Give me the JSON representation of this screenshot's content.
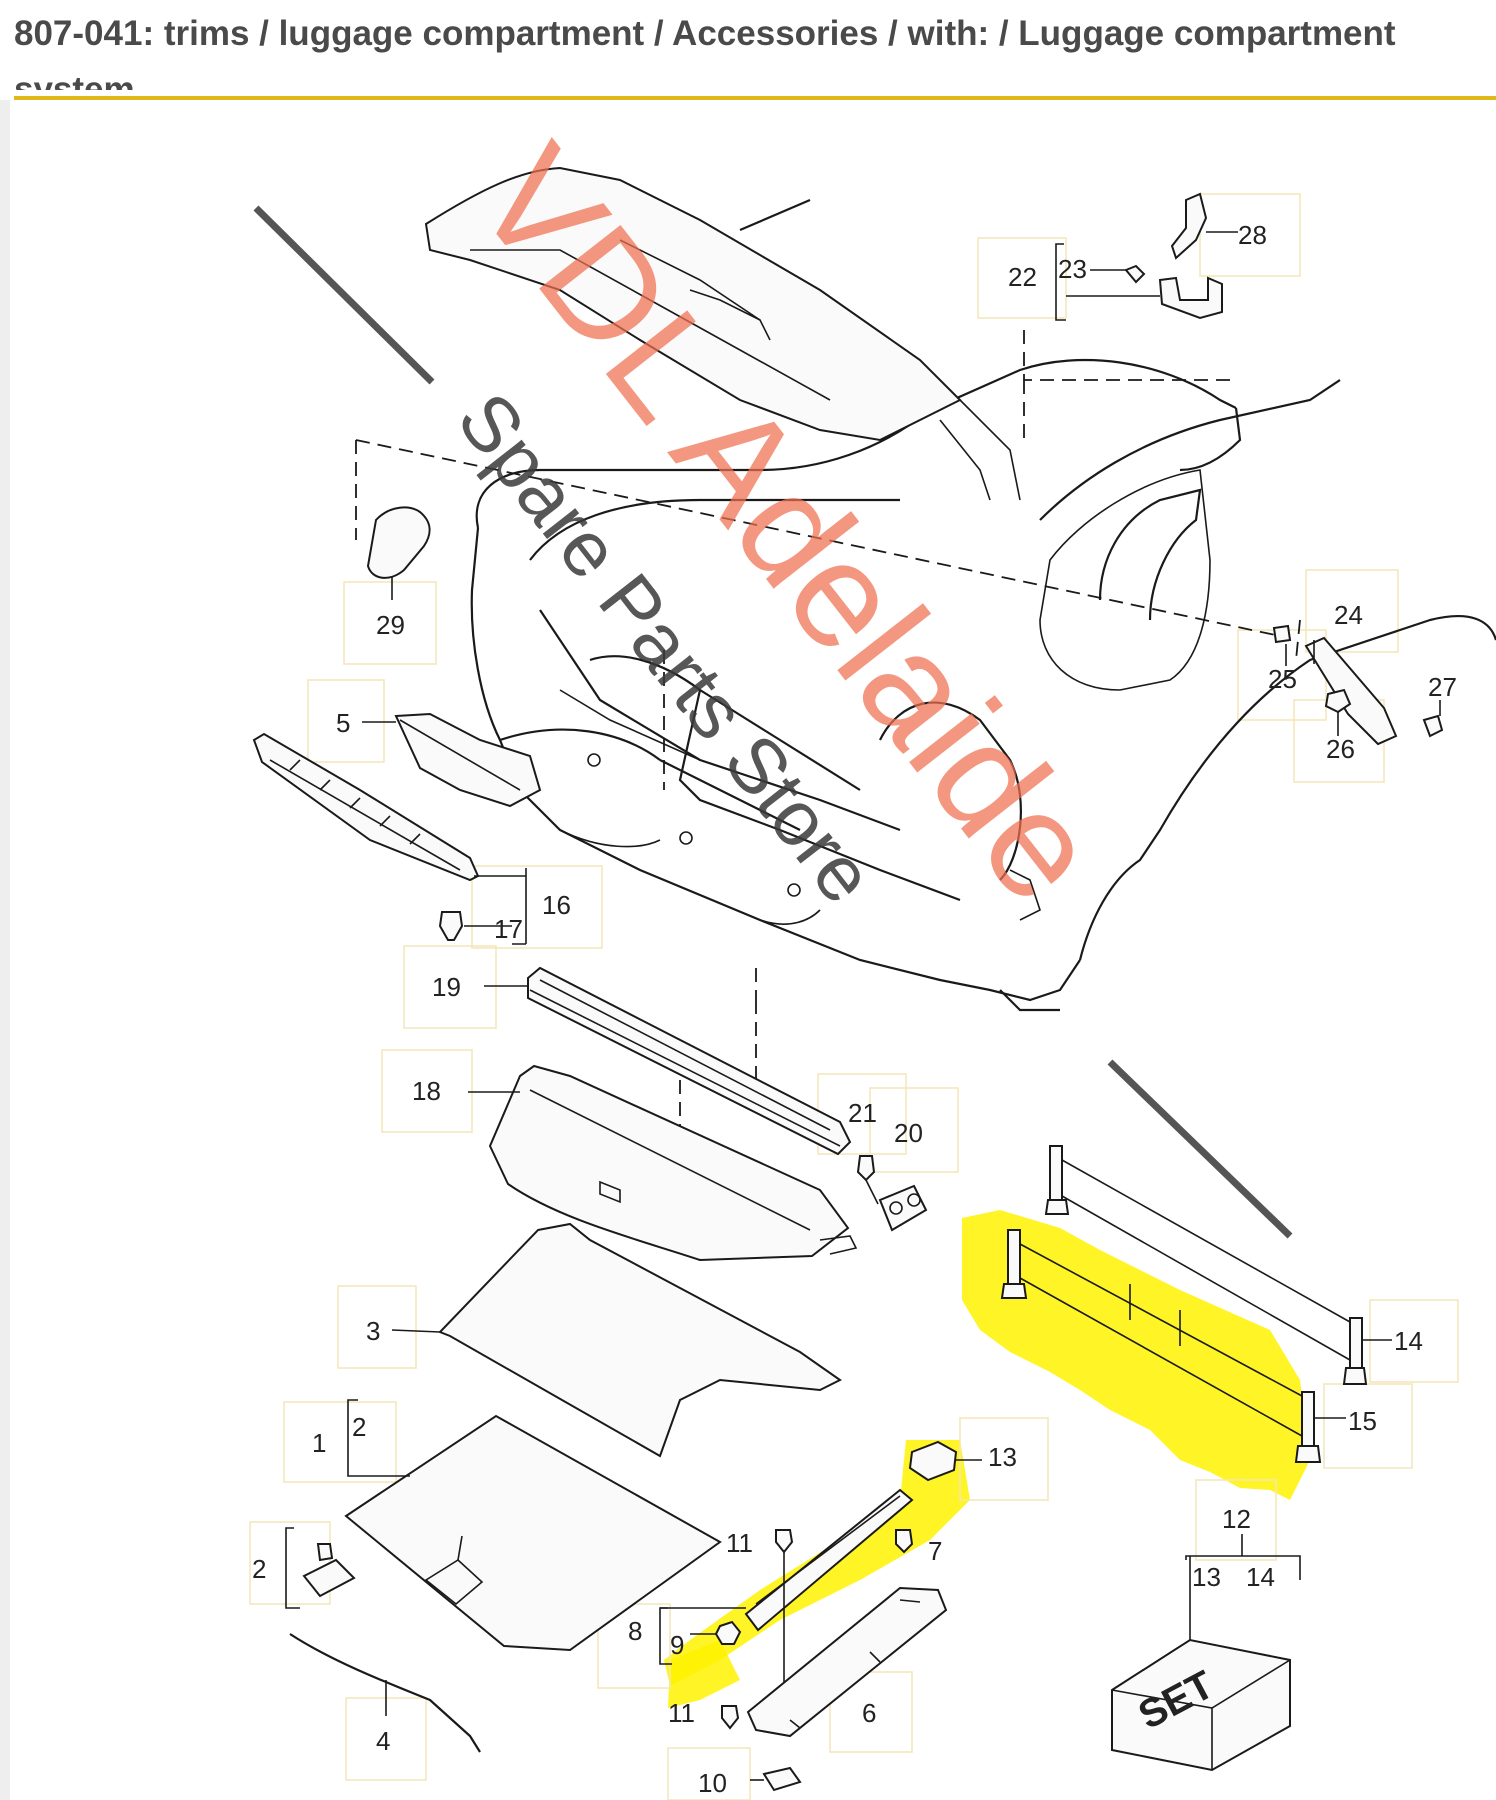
{
  "page": {
    "title": "807-041: trims / luggage compartment / Accessories / with: / Luggage compartment system"
  },
  "colors": {
    "rule": "#e0b81a",
    "highlight": "#fff200",
    "watermark_primary": "#f07050",
    "watermark_secondary": "#3a3a3a"
  },
  "watermark": {
    "line1": "VDL Adelaide",
    "line2": "Spare Parts Store"
  },
  "set_box": {
    "label": "SET"
  },
  "callouts": {
    "c1": "1",
    "c2": "2",
    "c2b": "2",
    "c3": "3",
    "c4": "4",
    "c5": "5",
    "c6": "6",
    "c7": "7",
    "c8": "8",
    "c9": "9",
    "c10": "10",
    "c11a": "11",
    "c11b": "11",
    "c12": "12",
    "c13": "13",
    "c13b": "13",
    "c14": "14",
    "c14b": "14",
    "c15": "15",
    "c16": "16",
    "c17": "17",
    "c18": "18",
    "c19": "19",
    "c20": "20",
    "c21": "21",
    "c22": "22",
    "c23": "23",
    "c24": "24",
    "c25": "25",
    "c26": "26",
    "c27": "27",
    "c28": "28",
    "c29": "29"
  }
}
